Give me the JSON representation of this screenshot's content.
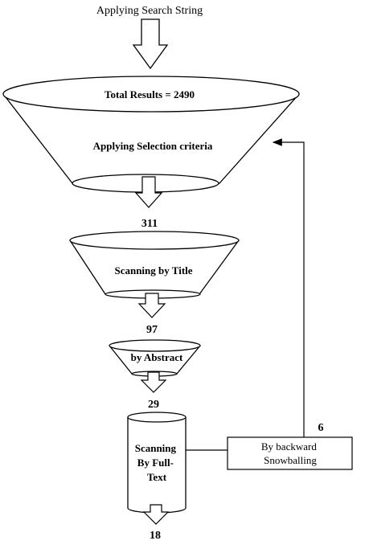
{
  "diagram": {
    "search_label": "Applying Search String",
    "funnel1_top_label": "Total Results = 2490",
    "funnel1_body_label": "Applying Selection criteria",
    "count_after_selection": "311",
    "funnel2_label": "Scanning by Title",
    "count_after_title": "97",
    "funnel3_label": "by Abstract",
    "count_after_abstract": "29",
    "cylinder_label_lines": [
      "Scanning",
      "By Full-",
      "Text"
    ],
    "count_final": "18",
    "snowball_box_lines": [
      "By backward",
      "Snowballing"
    ],
    "snowball_count": "6"
  }
}
